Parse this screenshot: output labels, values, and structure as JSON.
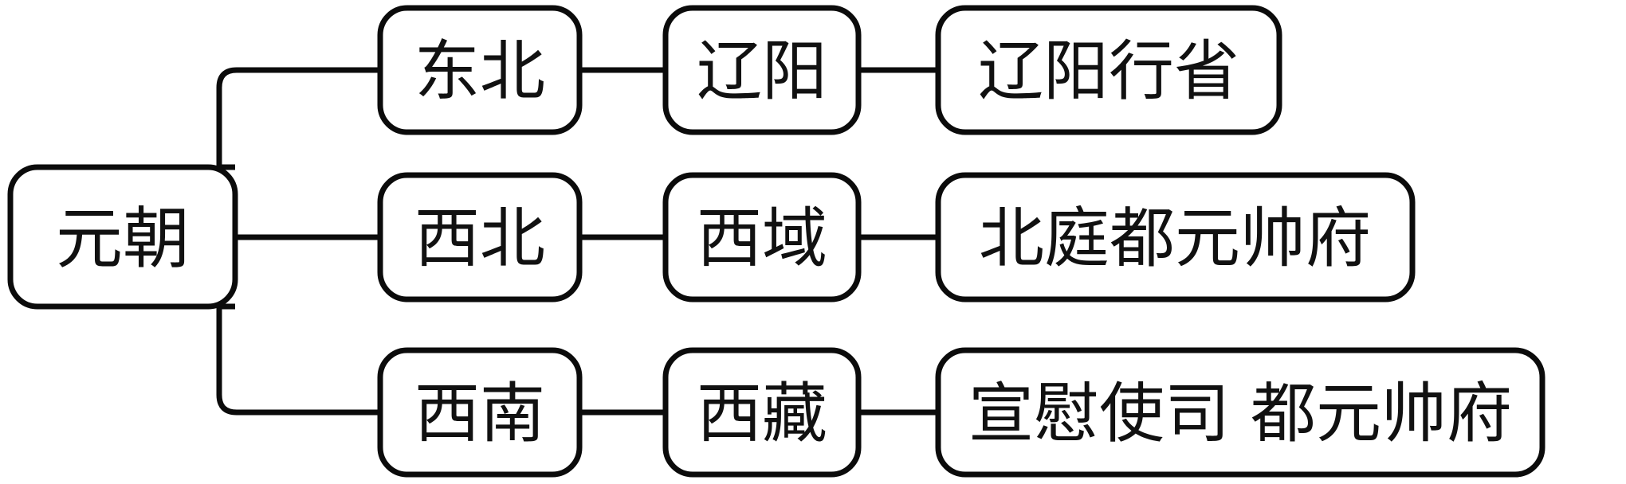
{
  "diagram": {
    "type": "tree-flowchart",
    "orientation": "left-to-right",
    "background_color": "#ffffff",
    "stroke_color": "#0b0b0b",
    "text_color": "#111111",
    "root": {
      "id": "root",
      "label": "元朝"
    },
    "branches": [
      {
        "id": "northeast",
        "region_label": "东北",
        "place_label": "辽阳",
        "institution_label": "辽阳行省"
      },
      {
        "id": "northwest",
        "region_label": "西北",
        "place_label": "西域",
        "institution_label": "北庭都元帅府"
      },
      {
        "id": "southwest",
        "region_label": "西南",
        "place_label": "西藏",
        "institution_label": "宣慰使司 都元帅府"
      }
    ]
  }
}
